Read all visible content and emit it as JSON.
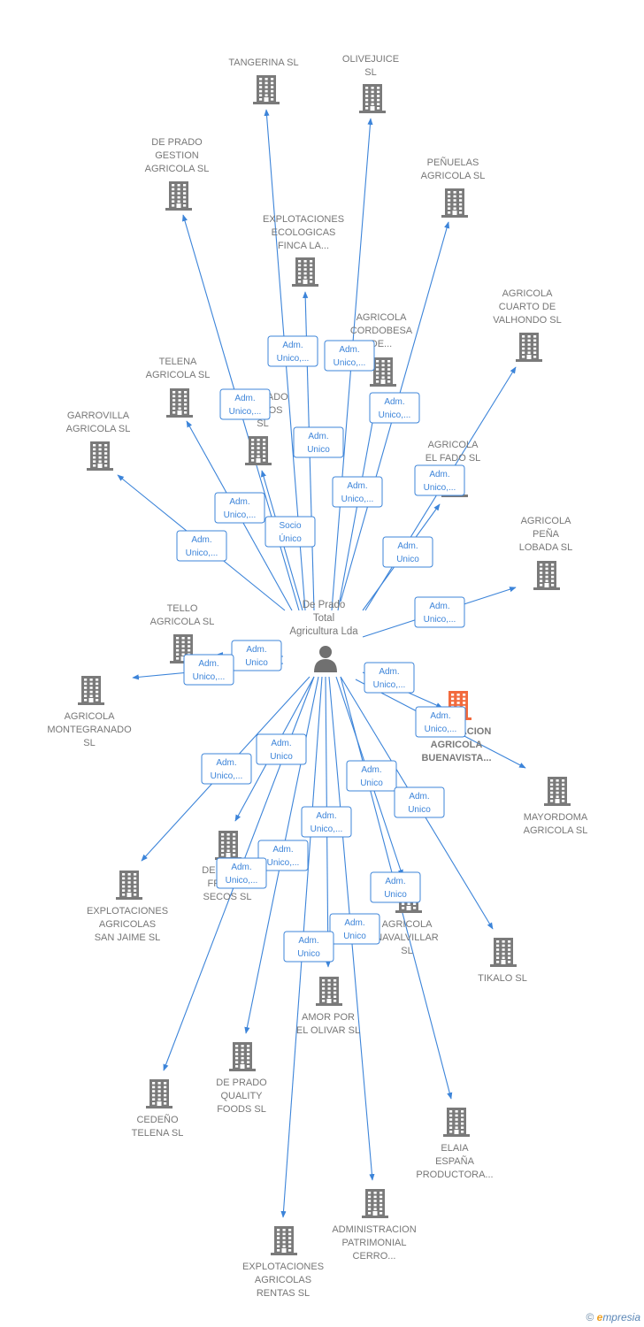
{
  "center": {
    "name_lines": [
      "De Prado",
      "Total",
      "Agricultura Lda"
    ],
    "icon": "person-icon"
  },
  "companies": [
    {
      "id": "tangerina",
      "lines": [
        "TANGERINA SL"
      ]
    },
    {
      "id": "olivejuice",
      "lines": [
        "OLIVEJUICE",
        "SL"
      ]
    },
    {
      "id": "de-prado-gestion",
      "lines": [
        "DE PRADO",
        "GESTION",
        "AGRICOLA  SL"
      ]
    },
    {
      "id": "penuelas",
      "lines": [
        "PEÑUELAS",
        "AGRICOLA  SL"
      ]
    },
    {
      "id": "explotaciones-ecologicas",
      "lines": [
        "EXPLOTACIONES",
        "ECOLOGICAS",
        "FINCA LA..."
      ]
    },
    {
      "id": "cuarto-valhondo",
      "lines": [
        "AGRICOLA",
        "CUARTO DE",
        "VALHONDO  SL"
      ]
    },
    {
      "id": "cordobesa",
      "lines": [
        "AGRICOLA",
        "CORDOBESA",
        "DE..."
      ]
    },
    {
      "id": "telena",
      "lines": [
        "TELENA",
        "AGRICOLA  SL"
      ]
    },
    {
      "id": "prado-frutos",
      "lines": [
        "DE PRADO",
        "FRUTOS",
        "SL"
      ]
    },
    {
      "id": "garrovilla",
      "lines": [
        "GARROVILLA",
        "AGRICOLA  SL"
      ]
    },
    {
      "id": "el-fado",
      "lines": [
        "AGRICOLA",
        "EL FADO  SL"
      ]
    },
    {
      "id": "pena-lobada",
      "lines": [
        "AGRICOLA",
        "PEÑA",
        "LOBADA  SL"
      ]
    },
    {
      "id": "tello",
      "lines": [
        "TELLO",
        "AGRICOLA  SL"
      ]
    },
    {
      "id": "montegranado",
      "lines": [
        "AGRICOLA",
        "MONTEGRANADO",
        "SL"
      ]
    },
    {
      "id": "buenavista",
      "lines": [
        "EXPLOTACION",
        "AGRICOLA",
        "BUENAVISTA..."
      ],
      "highlight": true
    },
    {
      "id": "mayordoma",
      "lines": [
        "MAYORDOMA",
        "AGRICOLA  SL"
      ]
    },
    {
      "id": "frutos-secos",
      "lines": [
        "DE PRADO",
        "FRUTOS",
        "SECOS  SL"
      ]
    },
    {
      "id": "san-jaime",
      "lines": [
        "EXPLOTACIONES",
        "AGRICOLAS",
        "SAN JAIME  SL"
      ]
    },
    {
      "id": "navalvillar",
      "lines": [
        "AGRICOLA",
        "NAVALVILLAR",
        "SL"
      ]
    },
    {
      "id": "tikalo",
      "lines": [
        "TIKALO SL"
      ]
    },
    {
      "id": "amor-olivar",
      "lines": [
        "AMOR POR",
        "EL OLIVAR  SL"
      ]
    },
    {
      "id": "quality-foods",
      "lines": [
        "DE PRADO",
        "QUALITY",
        "FOODS  SL"
      ]
    },
    {
      "id": "cedeno",
      "lines": [
        "CEDEÑO",
        "TELENA  SL"
      ]
    },
    {
      "id": "elaia",
      "lines": [
        "ELAIA",
        "ESPAÑA",
        "PRODUCTORA..."
      ]
    },
    {
      "id": "administracion",
      "lines": [
        "ADMINISTRACION",
        "PATRIMONIAL",
        "CERRO..."
      ]
    },
    {
      "id": "rentas",
      "lines": [
        "EXPLOTACIONES",
        "AGRICOLAS",
        "RENTAS  SL"
      ]
    }
  ],
  "relations": [
    {
      "to": "tangerina",
      "lines": [
        "Adm.",
        "Unico,..."
      ]
    },
    {
      "to": "olivejuice",
      "lines": [
        "Adm.",
        "Unico,..."
      ]
    },
    {
      "to": "de-prado-gestion",
      "lines": [
        "Adm.",
        "Unico,..."
      ]
    },
    {
      "to": "penuelas",
      "lines": [
        "Adm.",
        "Unico,..."
      ]
    },
    {
      "to": "explotaciones-ecologicas",
      "lines": [
        "Adm.",
        "Unico"
      ]
    },
    {
      "to": "cuarto-valhondo",
      "lines": [
        "Adm.",
        "Unico,..."
      ]
    },
    {
      "to": "cordobesa",
      "lines": [
        "Adm.",
        "Unico,..."
      ]
    },
    {
      "to": "telena",
      "lines": [
        "Adm.",
        "Unico,..."
      ]
    },
    {
      "to": "prado-frutos",
      "lines": [
        "Socio",
        "Único"
      ]
    },
    {
      "to": "garrovilla",
      "lines": [
        "Adm.",
        "Unico,..."
      ]
    },
    {
      "to": "el-fado",
      "lines": [
        "Adm.",
        "Unico"
      ]
    },
    {
      "to": "pena-lobada",
      "lines": [
        "Adm.",
        "Unico,..."
      ]
    },
    {
      "to": "tello",
      "lines": [
        "Adm.",
        "Unico"
      ]
    },
    {
      "to": "montegranado",
      "lines": [
        "Adm.",
        "Unico,..."
      ]
    },
    {
      "to": "buenavista",
      "lines": [
        "Adm.",
        "Unico,..."
      ]
    },
    {
      "to": "mayordoma",
      "lines": [
        "Adm.",
        "Unico,..."
      ]
    },
    {
      "to": "frutos-secos",
      "lines": [
        "Adm.",
        "Unico"
      ]
    },
    {
      "to": "san-jaime",
      "lines": [
        "Adm.",
        "Unico,..."
      ]
    },
    {
      "to": "navalvillar",
      "lines": [
        "Adm.",
        "Unico"
      ]
    },
    {
      "to": "tikalo",
      "lines": [
        "Adm.",
        "Unico"
      ]
    },
    {
      "to": "amor-olivar",
      "lines": [
        "Adm.",
        "Unico,..."
      ]
    },
    {
      "to": "quality-foods",
      "lines": [
        "Adm.",
        "Unico,..."
      ]
    },
    {
      "to": "cedeno",
      "lines": [
        "Adm.",
        "Unico,..."
      ]
    },
    {
      "to": "elaia",
      "lines": [
        "Adm.",
        "Unico"
      ]
    },
    {
      "to": "administracion",
      "lines": [
        "Adm.",
        "Unico"
      ]
    },
    {
      "to": "rentas",
      "lines": [
        "Adm.",
        "Unico"
      ]
    }
  ],
  "colors": {
    "edge": "#3c84d9",
    "building": "#7a7a7a",
    "highlight": "#f26a3d"
  },
  "footer": {
    "copyright": "©",
    "brand": "mpresia",
    "brand_initial": "e"
  }
}
